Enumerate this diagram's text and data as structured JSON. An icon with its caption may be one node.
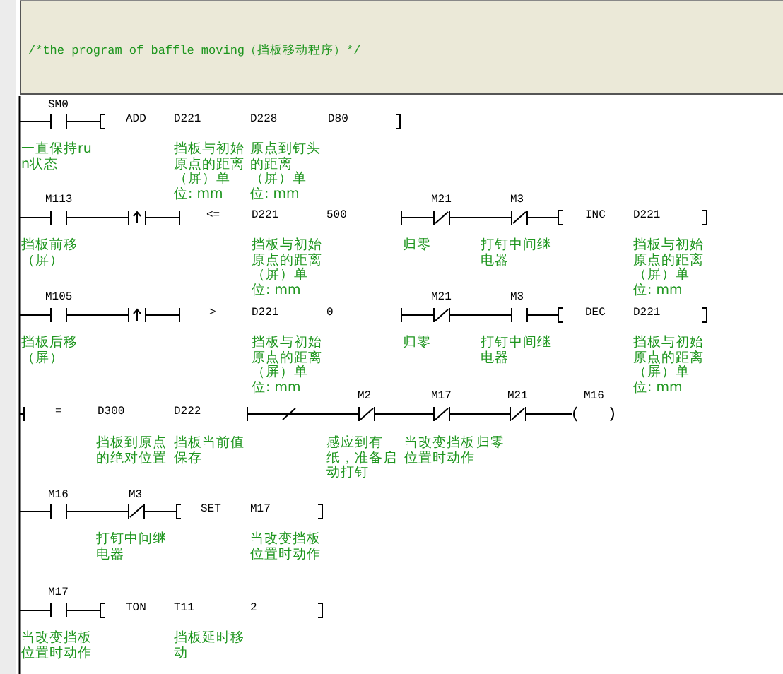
{
  "diagram": {
    "title": "/*the program of baffle moving（挡板移动程序）*/",
    "labels": [
      "SM0",
      "ADD",
      "D221",
      "D228",
      "D80",
      "一直保持run状态",
      "挡板与初始原点的距离（屏）单位: mm",
      "原点到钉头的距离（屏）单位: mm",
      "M113",
      "M21",
      "M3",
      "<=",
      "D221",
      "500",
      "INC",
      "D221",
      "挡板前移（屏）",
      "挡板与初始原点的距离（屏）单位: mm",
      "归零",
      "打钉中间继电器",
      "挡板与初始原点的距离（屏）单位: mm",
      "M105",
      "M21",
      "M3",
      ">",
      "D221",
      "0",
      "DEC",
      "D221",
      "挡板后移（屏）",
      "挡板与初始原点的距离（屏）单位: mm",
      "归零",
      "打钉中间继电器",
      "挡板与初始原点的距离（屏）单位: mm",
      "M2",
      "M17",
      "M21",
      "M16",
      "=",
      "D300",
      "D222",
      "挡板到原点的绝对位置",
      "挡板当前值保存",
      "感应到有纸，准备启动打钉",
      "当改变挡板位置时动作",
      "归零",
      "M16",
      "M3",
      "SET",
      "M17",
      "打钉中间继电器",
      "当改变挡板位置时动作",
      "M17",
      "TON",
      "T11",
      "2",
      "当改变挡板位置时动作",
      "挡板延时移动"
    ]
  }
}
